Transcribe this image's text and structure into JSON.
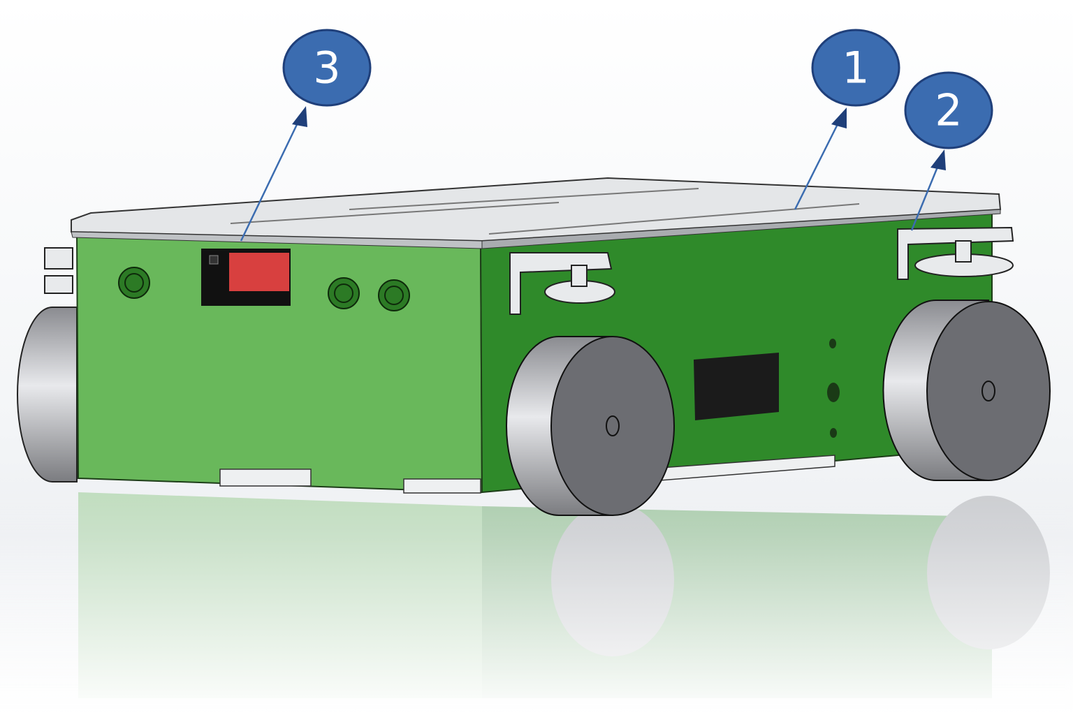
{
  "colors": {
    "callout_fill": "#3b6cb0",
    "callout_stroke": "#1f3f7a",
    "front_panel": "#69b85b",
    "side_panel": "#2f8a2a",
    "top_plate": "#e4e6e8",
    "wheel_face": "#6c6d72",
    "switch_red": "#d8403f"
  },
  "callouts": [
    {
      "label": "1",
      "target": "top-plate"
    },
    {
      "label": "2",
      "target": "caster-bracket"
    },
    {
      "label": "3",
      "target": "power-switch"
    }
  ]
}
